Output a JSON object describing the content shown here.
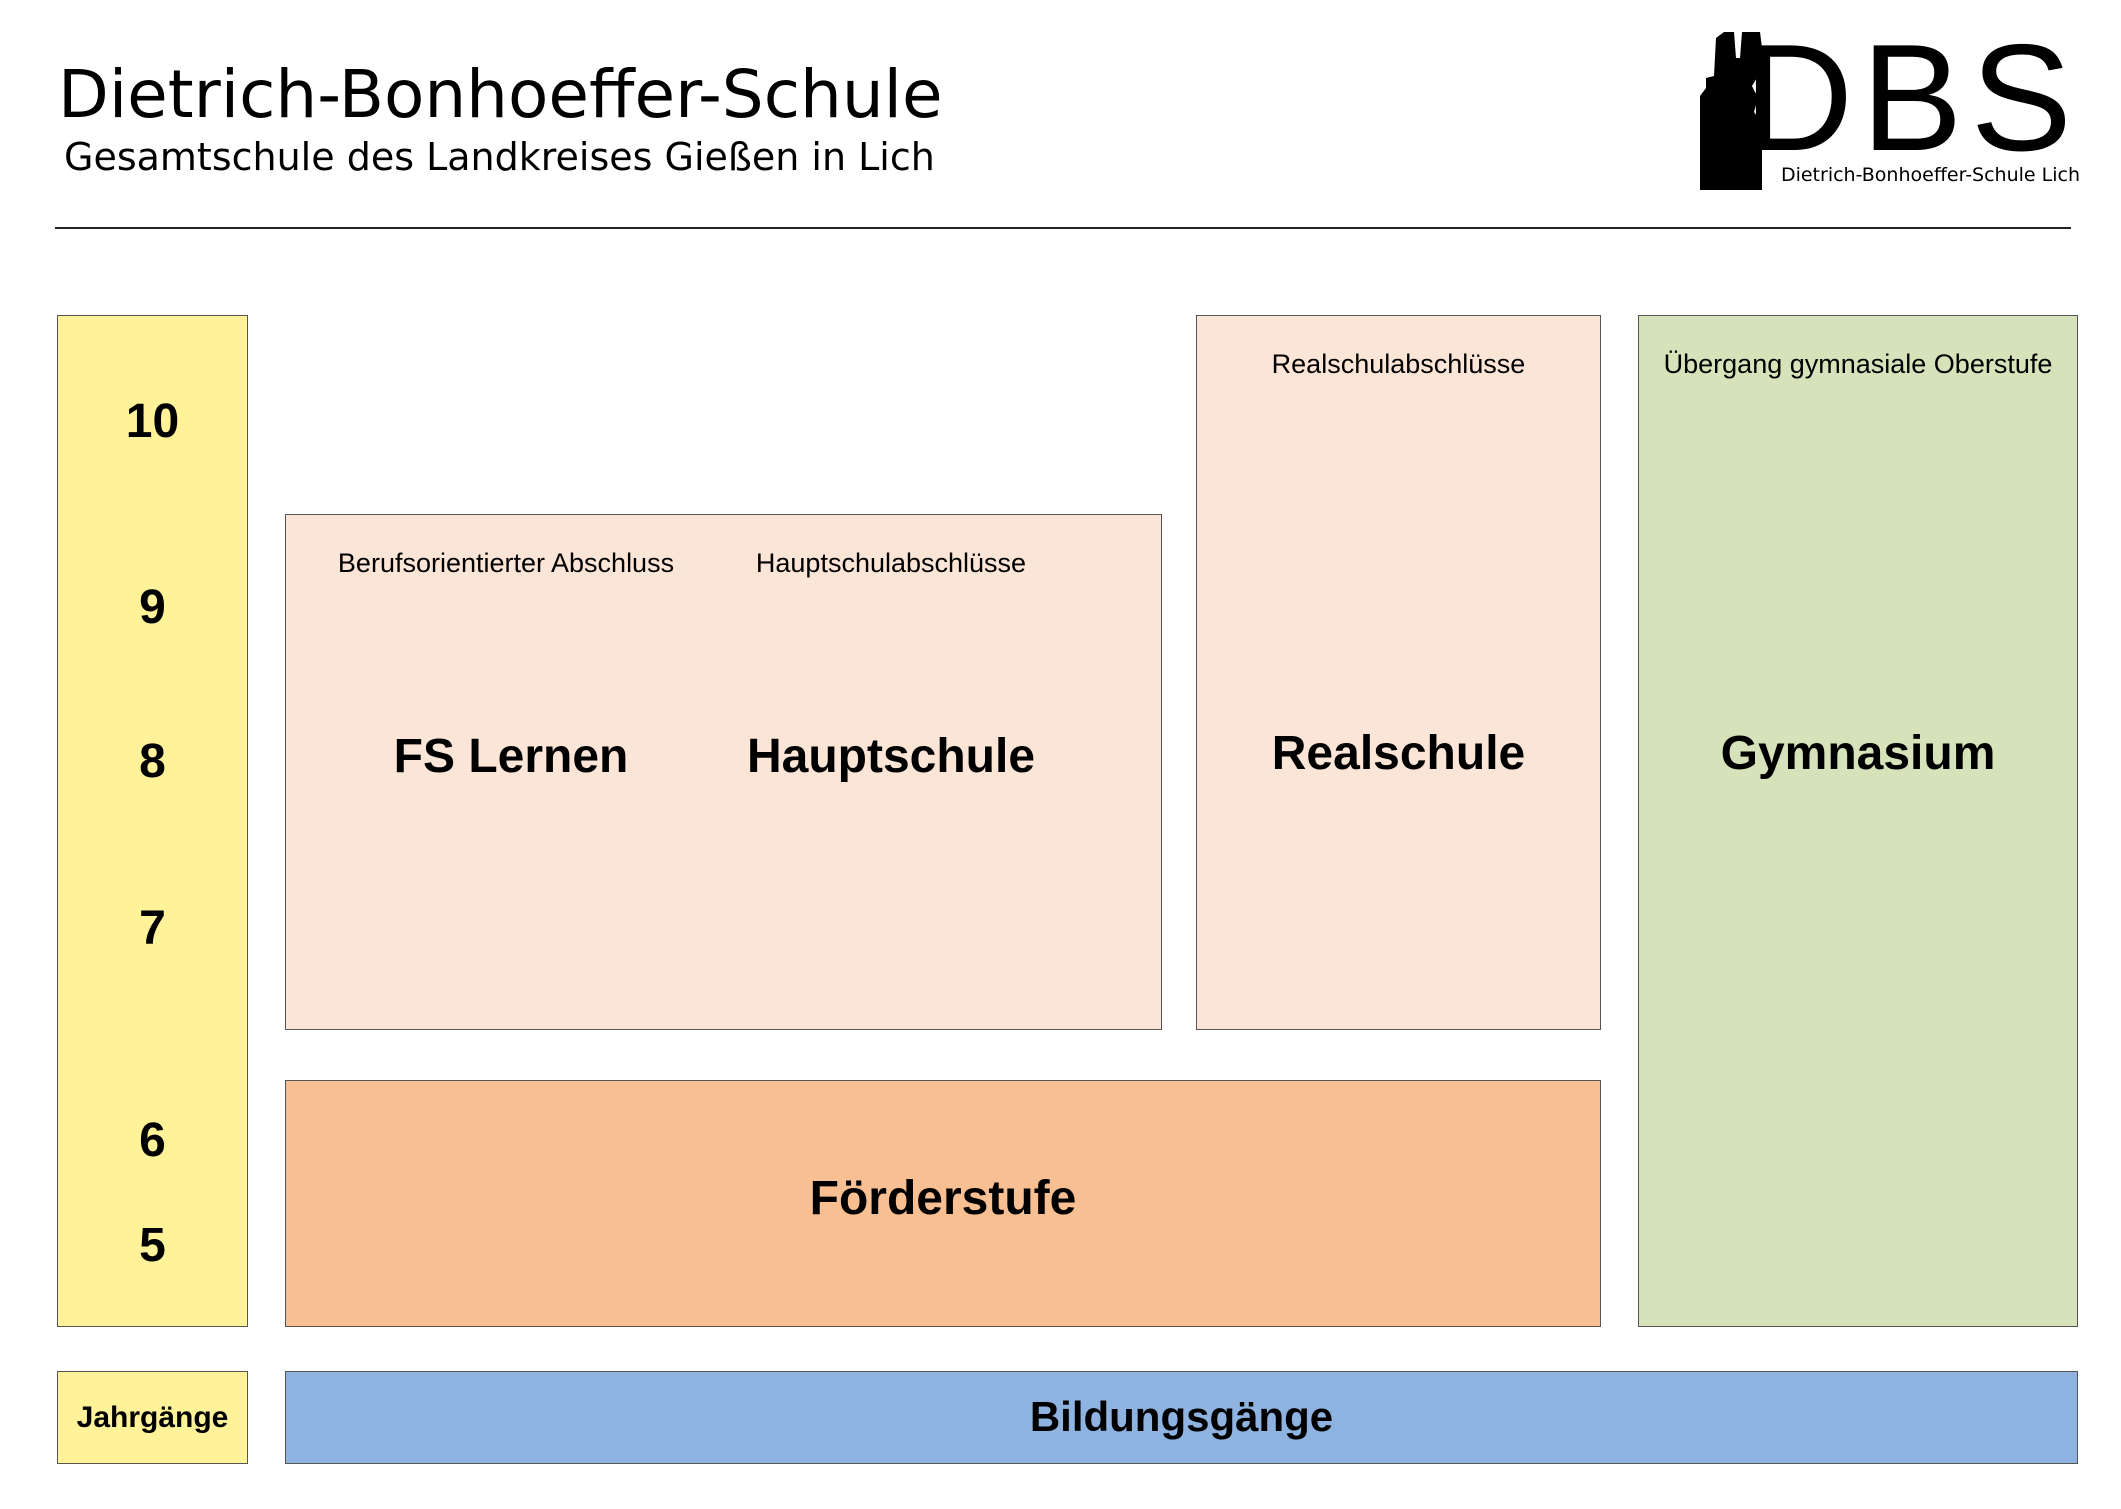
{
  "header": {
    "title": "Dietrich-Bonhoeffer-Schule",
    "subtitle": "Gesamtschule des Landkreises Gießen in Lich"
  },
  "logo": {
    "text": "DBS",
    "caption": "Dietrich-Bonhoeffer-Schule Lich"
  },
  "grades": [
    "10",
    "9",
    "8",
    "7",
    "6",
    "5"
  ],
  "boxes": {
    "fs_lernen": {
      "note": "Berufsorientierter Abschluss",
      "label": "FS Lernen"
    },
    "hauptschule": {
      "note": "Hauptschulabschlüsse",
      "label": "Hauptschule"
    },
    "realschule": {
      "note": "Realschulabschlüsse",
      "label": "Realschule"
    },
    "gymnasium": {
      "note": "Übergang gymnasiale Oberstufe",
      "label": "Gymnasium"
    },
    "foerderstufe": {
      "label": "Förderstufe"
    }
  },
  "footer": {
    "grades_label": "Jahrgänge",
    "tracks_label": "Bildungsgänge"
  },
  "colors": {
    "grades_column": "#fff298",
    "secondary_tracks": "#fbe5d6",
    "foerderstufe": "#f8bf92",
    "gymnasium": "#d6e2ba",
    "tracks_bar": "#8eb3e1"
  }
}
